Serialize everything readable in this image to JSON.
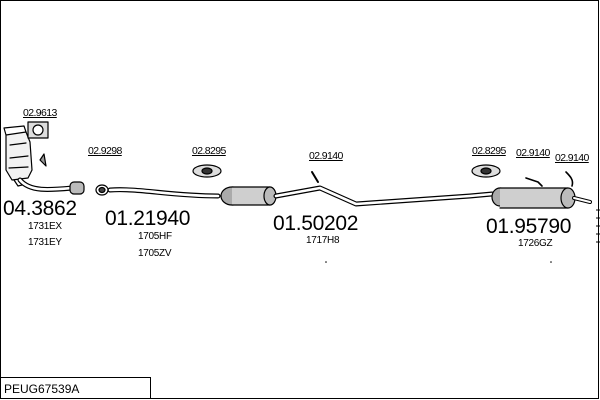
{
  "diagram_id": "PEUG67539A",
  "refs": [
    "02.9613",
    "02.9298",
    "02.8295",
    "02.9140",
    "02.8295",
    "02.9140",
    "02.9140"
  ],
  "groups": [
    {
      "number": "04.3862",
      "codes": [
        "1731EX",
        "1731EY"
      ]
    },
    {
      "number": "01.21940",
      "codes": [
        "1705HF",
        "1705ZV"
      ]
    },
    {
      "number": "01.50202",
      "codes": [
        "1717H8"
      ]
    },
    {
      "number": "01.95790",
      "codes": [
        "1726GZ"
      ]
    }
  ]
}
